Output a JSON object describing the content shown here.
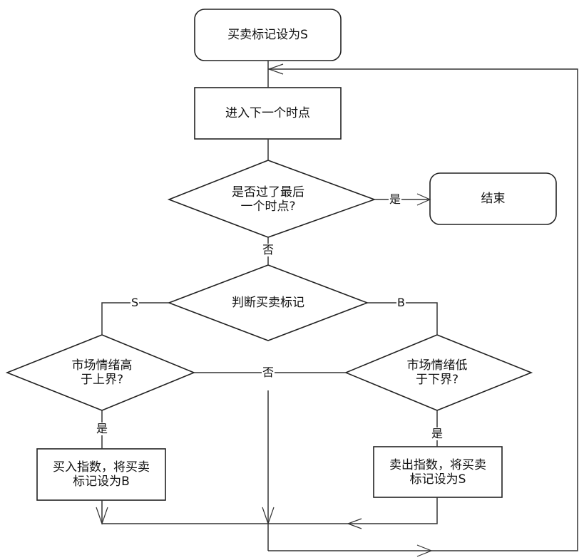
{
  "diagram": {
    "type": "flowchart",
    "nodes": {
      "start": {
        "text": "买卖标记设为S",
        "shape": "rounded-rect"
      },
      "next_time": {
        "text": "进入下一个时点",
        "shape": "rect"
      },
      "check_last": {
        "text": "是否过了最后\n一个时点?",
        "shape": "diamond"
      },
      "end": {
        "text": "结束",
        "shape": "rounded-rect"
      },
      "judge_flag": {
        "text": "判断买卖标记",
        "shape": "diamond"
      },
      "check_upper": {
        "text": "市场情绪高\n于上界?",
        "shape": "diamond"
      },
      "check_lower": {
        "text": "市场情绪低\n于下界?",
        "shape": "diamond"
      },
      "buy": {
        "text": "买入指数，将买卖\n标记设为B",
        "shape": "rect"
      },
      "sell": {
        "text": "卖出指数，将买卖\n标记设为S",
        "shape": "rect"
      }
    },
    "edges": {
      "last_yes": {
        "from": "check_last",
        "to": "end",
        "label": "是"
      },
      "last_no": {
        "from": "check_last",
        "to": "judge_flag",
        "label": "否"
      },
      "flag_s": {
        "from": "judge_flag",
        "to": "check_upper",
        "label": "S"
      },
      "flag_b": {
        "from": "judge_flag",
        "to": "check_lower",
        "label": "B"
      },
      "bound_no": {
        "from": "check_upper/check_lower",
        "to": "merge",
        "label": "否"
      },
      "upper_yes": {
        "from": "check_upper",
        "to": "buy",
        "label": "是"
      },
      "lower_yes": {
        "from": "check_lower",
        "to": "sell",
        "label": "是"
      },
      "loop_back": {
        "from": "merge",
        "to": "next_time",
        "label": ""
      }
    }
  }
}
